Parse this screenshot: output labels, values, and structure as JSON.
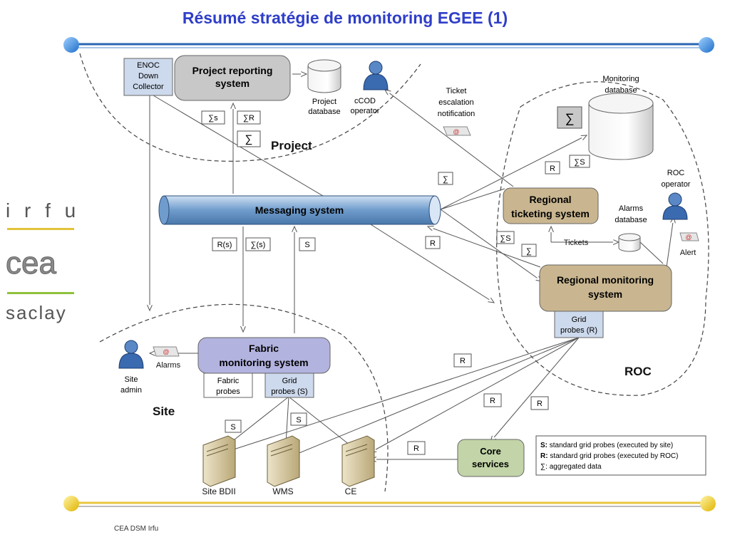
{
  "slide": {
    "title": "Résumé stratégie de monitoring EGEE (1)",
    "footer": "CEA DSM Irfu"
  },
  "logos": {
    "irfu": "i r f u",
    "cea": "cea",
    "saclay": "saclay"
  },
  "regions": {
    "project": "Project",
    "site": "Site",
    "roc": "ROC"
  },
  "nodes": {
    "enoc_line1": "ENOC",
    "enoc_line2": "Down",
    "enoc_line3": "Collector",
    "project_reporting_line1": "Project reporting",
    "project_reporting_line2": "system",
    "project_db_line1": "Project",
    "project_db_line2": "database",
    "ccod_line1": "cCOD",
    "ccod_line2": "operator",
    "ticket_esc_line1": "Ticket",
    "ticket_esc_line2": "escalation",
    "ticket_esc_line3": "notification",
    "monitoring_db_line1": "Monitoring",
    "monitoring_db_line2": "database",
    "messaging": "Messaging system",
    "regional_ticketing_line1": "Regional",
    "regional_ticketing_line2": "ticketing system",
    "alarms_db_line1": "Alarms",
    "alarms_db_line2": "database",
    "roc_operator_line1": "ROC",
    "roc_operator_line2": "operator",
    "tickets": "Tickets",
    "alert": "Alert",
    "regional_monitoring_line1": "Regional monitoring",
    "regional_monitoring_line2": "system",
    "grid_probes_r_line1": "Grid",
    "grid_probes_r_line2": "probes (R)",
    "fabric_monitoring_line1": "Fabric",
    "fabric_monitoring_line2": "monitoring system",
    "fabric_probes_line1": "Fabric",
    "fabric_probes_line2": "probes",
    "grid_probes_s_line1": "Grid",
    "grid_probes_s_line2": "probes (S)",
    "site_admin_line1": "Site",
    "site_admin_line2": "admin",
    "alarms": "Alarms",
    "site_bdii": "Site BDII",
    "wms": "WMS",
    "ce": "CE",
    "core_services_line1": "Core",
    "core_services_line2": "services"
  },
  "tags": {
    "sum_s": "∑s",
    "sum_r": "∑R",
    "sum": "∑",
    "r": "R",
    "s": "S",
    "r_s": "R(s)",
    "sum_s_paren": "∑(s)",
    "sum_s_upper": "∑S"
  },
  "legend": {
    "s_key": "S:",
    "s_text": " standard grid probes (executed by site)",
    "r_key": "R:",
    "r_text": " standard grid probes (executed by ROC)",
    "sum_key": "∑:",
    "sum_text": " aggregated data"
  },
  "colors": {
    "title": "#2f3ec9",
    "gray_box": "#c8c8c8",
    "tan_box": "#c9b690",
    "purple_box": "#b3b3e0",
    "green_box": "#c2d4a8",
    "light_blue_box": "#cdd9ec",
    "messaging_pipe": "#7fa6d1"
  }
}
